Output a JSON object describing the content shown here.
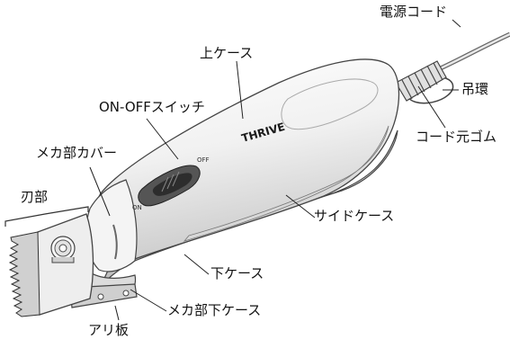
{
  "diagram": {
    "labels": {
      "cord": "電源コード",
      "hanging_ring": "吊環",
      "cord_bushing": "コード元ゴム",
      "upper_case": "上ケース",
      "switch": "ON-OFFスイッチ",
      "mech_cover": "メカ部カバー",
      "blade": "刃部",
      "side_case": "サイドケース",
      "lower_case": "下ケース",
      "mech_lower_case": "メカ部下ケース",
      "blade_plate": "アリ板"
    },
    "brand_logo": "THRIVE",
    "switch_on": "ON",
    "switch_off": "OFF"
  }
}
